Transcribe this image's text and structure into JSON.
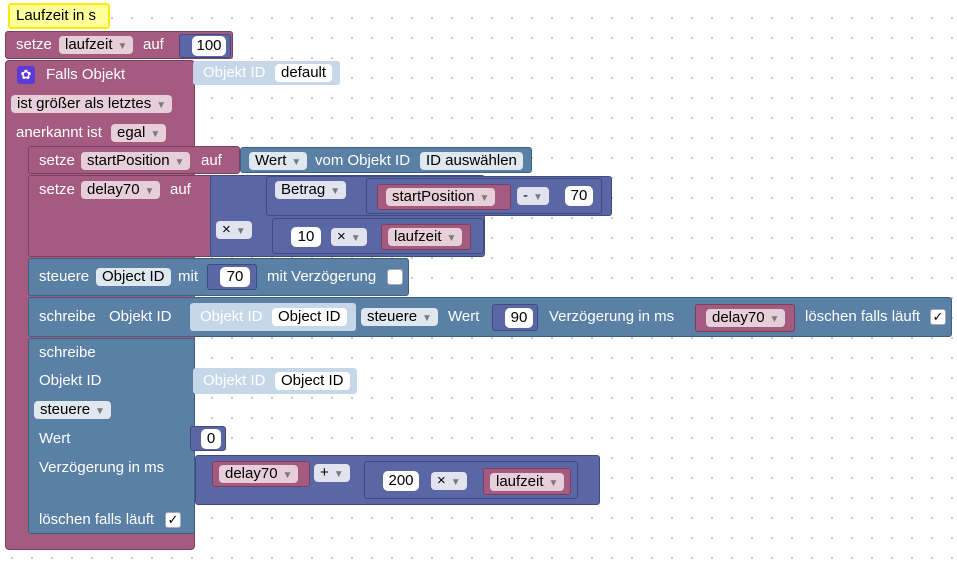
{
  "comment": "Laufzeit in s",
  "set_laufzeit": {
    "keyword": "setze",
    "var": "laufzeit",
    "auf": "auf",
    "value": "100"
  },
  "trigger": {
    "title": "Falls Objekt",
    "id_label": "Objekt ID",
    "id_value": "default",
    "condition": "ist größer als letztes",
    "ack_label": "anerkannt ist",
    "ack_value": "egal"
  },
  "set_start": {
    "keyword": "setze",
    "var": "startPosition",
    "auf": "auf",
    "field": "Wert",
    "from": "vom Objekt ID",
    "id": "ID auswählen"
  },
  "set_delay": {
    "keyword": "setze",
    "var": "delay70",
    "auf": "auf",
    "outer_op": "×",
    "abs": "Betrag",
    "start_var": "startPosition",
    "minus": "-",
    "seventy": "70",
    "ten": "10",
    "times": "×",
    "laufzeit": "laufzeit"
  },
  "control": {
    "title": "steuere",
    "id": "Object ID",
    "mit": "mit",
    "value": "70",
    "delay_label": "mit Verzögerung"
  },
  "write_inline": {
    "title": "schreibe",
    "id_label": "Objekt ID",
    "socket_label": "Objekt ID",
    "socket_value": "Object ID",
    "mode": "steuere",
    "wert": "Wert",
    "value": "90",
    "delay_label": "Verzögerung in ms",
    "delay_var": "delay70",
    "clear_label": "löschen falls läuft",
    "clear_checked": "✓"
  },
  "write_block": {
    "title": "schreibe",
    "id_label": "Objekt ID",
    "socket_label": "Objekt ID",
    "socket_value": "Object ID",
    "mode": "steuere",
    "wert": "Wert",
    "value": "0",
    "delay_label": "Verzögerung in ms",
    "delay_var": "delay70",
    "plus": "+",
    "two_hundred": "200",
    "times": "×",
    "laufzeit": "laufzeit",
    "clear_label": "löschen falls läuft",
    "clear_checked": "✓"
  },
  "colors": {
    "variable": "#a55b80",
    "action": "#5b80a5",
    "math": "#5b67a5",
    "comment": "#ffff99"
  }
}
